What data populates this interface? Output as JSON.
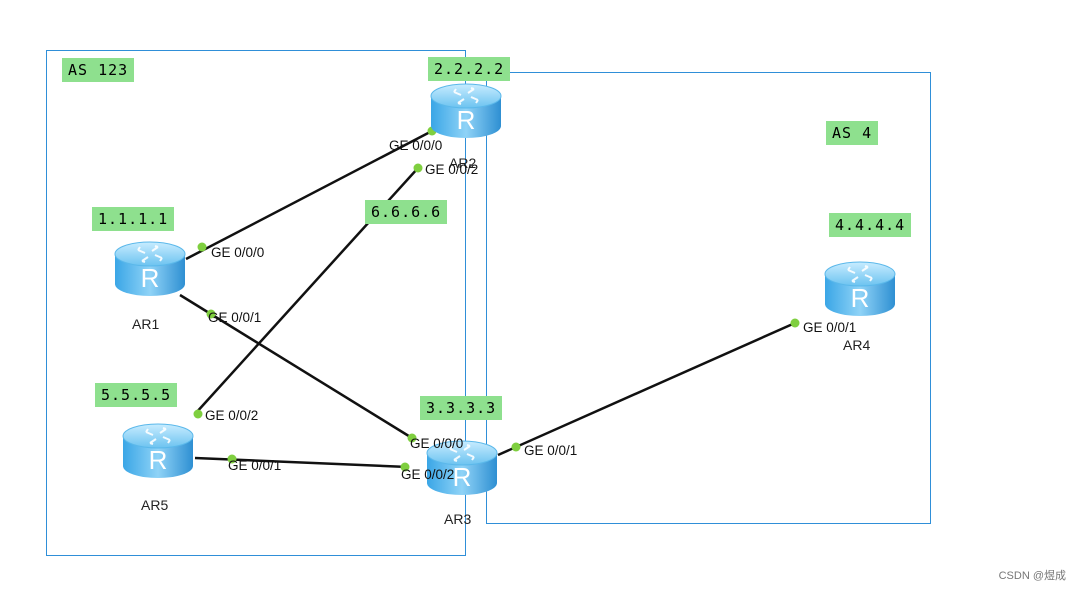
{
  "as_areas": [
    {
      "id": "as123",
      "label": "AS 123"
    },
    {
      "id": "as4",
      "label": "AS 4"
    }
  ],
  "routers": [
    {
      "id": "AR1",
      "name": "AR1",
      "loopback": "1.1.1.1"
    },
    {
      "id": "AR2",
      "name": "AR2",
      "loopback": "2.2.2.2"
    },
    {
      "id": "AR3",
      "name": "AR3",
      "loopback": "3.3.3.3"
    },
    {
      "id": "AR4",
      "name": "AR4",
      "loopback": "4.4.4.4"
    },
    {
      "id": "AR5",
      "name": "AR5",
      "loopback": "5.5.5.5"
    }
  ],
  "extra_label": "6.6.6.6",
  "links": [
    {
      "a": "AR1",
      "a_port": "GE 0/0/0",
      "b": "AR2",
      "b_port": "GE 0/0/0"
    },
    {
      "a": "AR5",
      "a_port": "GE 0/0/2",
      "b": "AR2",
      "b_port": "GE 0/0/2"
    },
    {
      "a": "AR1",
      "a_port": "GE 0/0/1",
      "b": "AR3",
      "b_port": "GE 0/0/0"
    },
    {
      "a": "AR5",
      "a_port": "GE 0/0/1",
      "b": "AR3",
      "b_port": "GE 0/0/2"
    },
    {
      "a": "AR3",
      "a_port": "GE 0/0/1",
      "b": "AR4",
      "b_port": "GE 0/0/1"
    }
  ],
  "watermark": "CSDN @煜成",
  "colors": {
    "border": "#2f8fd8",
    "tag_bg": "#8ee08e",
    "port_dot": "#7fcf3f",
    "link": "#111111"
  }
}
